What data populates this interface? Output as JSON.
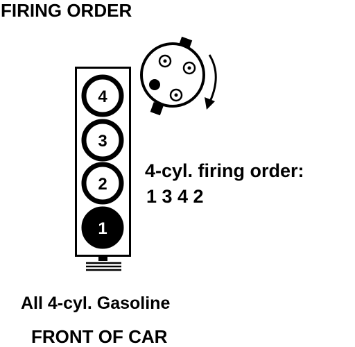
{
  "title": "FIRING ORDER",
  "firing_order_label": "4-cyl. firing order:",
  "firing_order_sequence": "1 3 4 2",
  "engine_note": "All 4-cyl. Gasoline",
  "front_label": "FRONT OF CAR",
  "cylinders": [
    {
      "number": "4",
      "filled": false
    },
    {
      "number": "3",
      "filled": false
    },
    {
      "number": "2",
      "filled": false
    },
    {
      "number": "1",
      "filled": true
    }
  ],
  "distributor": {
    "rotation": "clockwise",
    "terminals": 4
  },
  "colors": {
    "ink": "#000000",
    "background": "#ffffff"
  }
}
